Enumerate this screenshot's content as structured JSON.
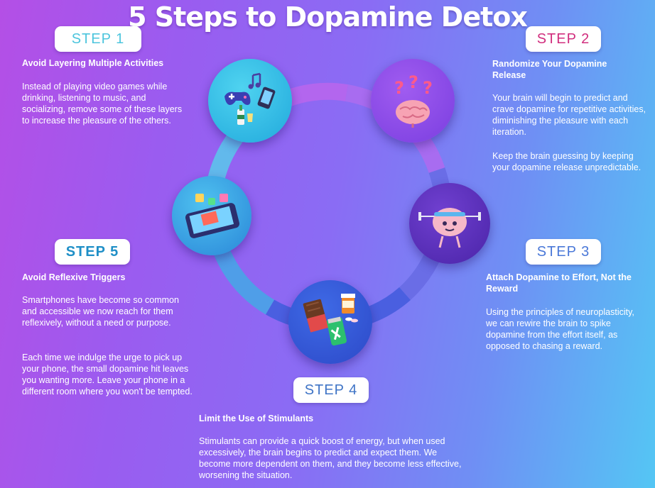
{
  "title": "5 Steps to Dopamine Detox",
  "colors": {
    "step1": "#4cc5dd",
    "step2": "#d12e7e",
    "step3": "#4a78d8",
    "step4": "#3f74c6",
    "step5": "#1f8fc7"
  },
  "steps": {
    "s1": {
      "badge": "STEP 1",
      "heading": "Avoid Layering Multiple Activities",
      "paragraphs": [
        "Instead of playing video games while drinking, listening to music, and socializing, remove some of these layers to increase the pleasure of the others."
      ],
      "icon": "video-games-music-drink-icon"
    },
    "s2": {
      "badge": "STEP 2",
      "heading": "Randomize Your Dopamine Release",
      "paragraphs": [
        "Your brain will begin to predict and crave dopamine for repetitive activities, diminishing the pleasure with each iteration.",
        "Keep the brain guessing by keeping your dopamine release unpredictable."
      ],
      "icon": "brain-question-marks-icon"
    },
    "s3": {
      "badge": "STEP 3",
      "heading": "Attach Dopamine to Effort, Not the Reward",
      "paragraphs": [
        "Using the principles of neuroplasticity, we can rewire the brain to spike dopamine from the effort itself, as opposed to chasing a reward."
      ],
      "icon": "brain-lifting-weights-icon"
    },
    "s4": {
      "badge": "STEP 4",
      "heading": "Limit the Use of Stimulants",
      "paragraphs": [
        "Stimulants can provide a quick boost of energy, but when used excessively, the brain begins to predict and expect them. We become more dependent on them, and they become less effective, worsening the situation."
      ],
      "icon": "chocolate-pills-energy-drink-icon"
    },
    "s5": {
      "badge": "STEP 5",
      "heading": "Avoid Reflexive Triggers",
      "paragraphs": [
        "Smartphones have become so common and accessible we now reach for them reflexively, without a need or purpose.",
        "Each time we indulge the urge to pick up your phone, the small dopamine hit leaves you wanting more. Leave your phone in a different room where you won't be tempted."
      ],
      "icon": "smartphone-icon"
    }
  }
}
